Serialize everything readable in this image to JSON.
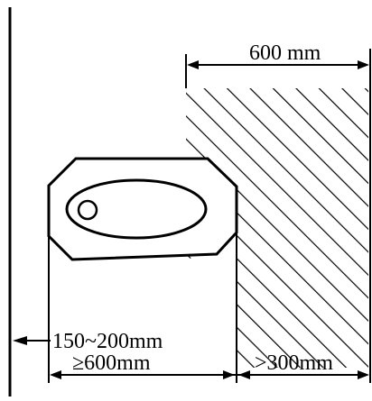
{
  "diagram": {
    "labels": {
      "clearance_right": "600 mm",
      "wall_gap": "150~200mm",
      "basin_width": "≥600mm",
      "side_space": ">300mm"
    }
  }
}
